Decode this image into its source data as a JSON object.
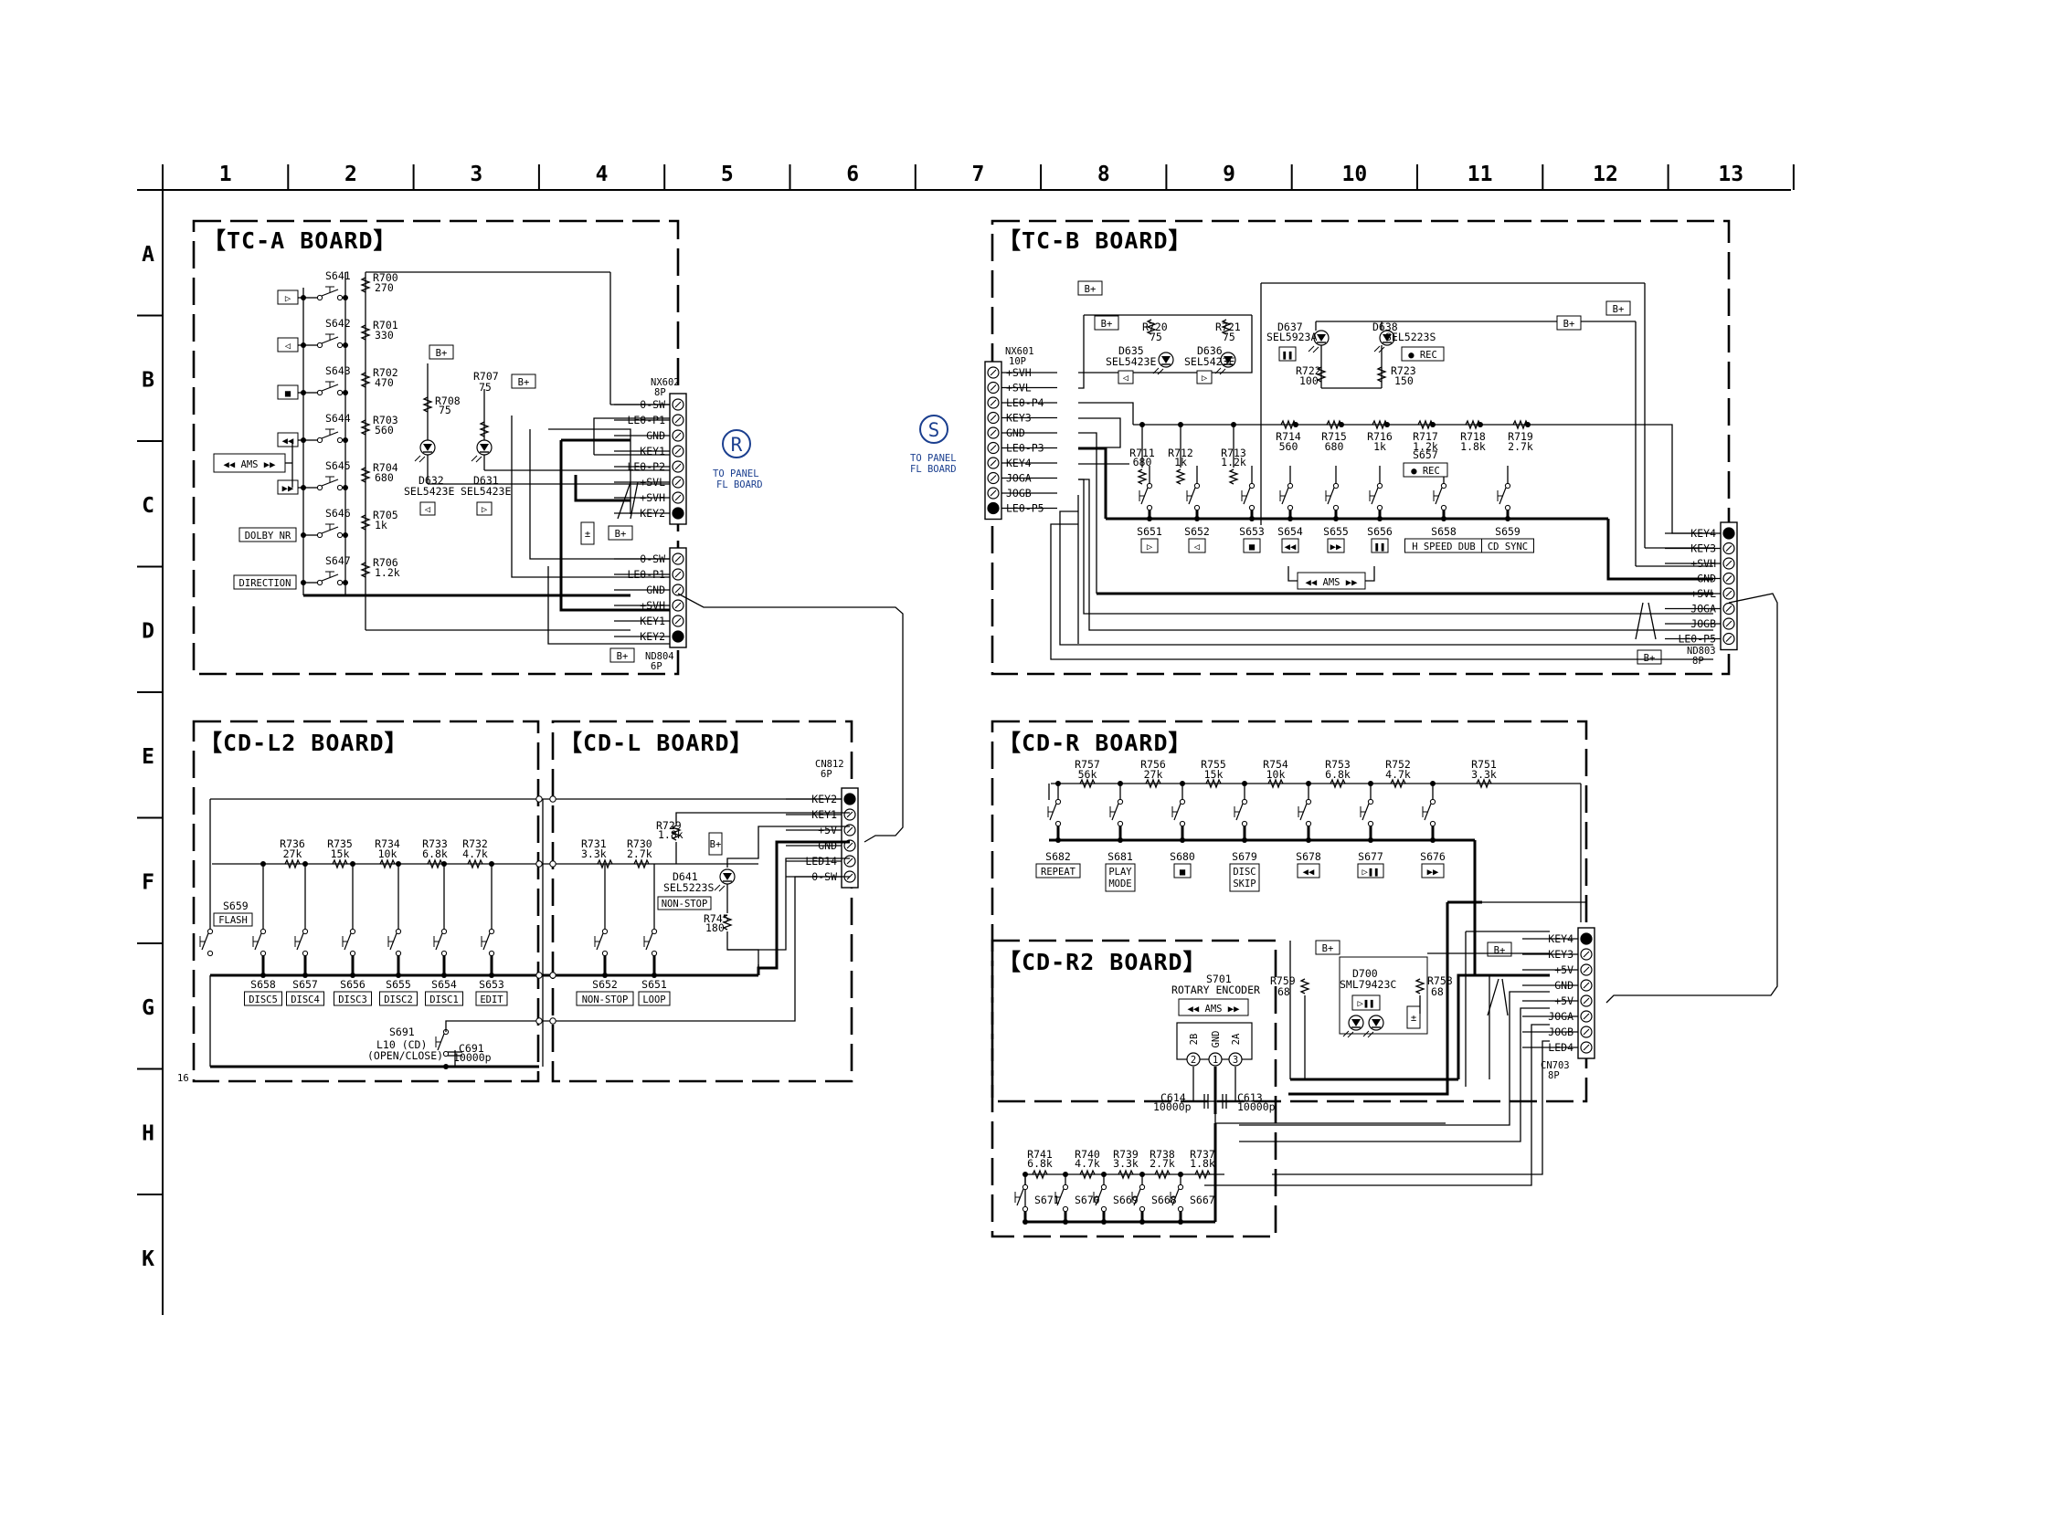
{
  "grid": {
    "columns": [
      "1",
      "2",
      "3",
      "4",
      "5",
      "6",
      "7",
      "8",
      "9",
      "10",
      "11",
      "12",
      "13"
    ],
    "rows": [
      "A",
      "B",
      "C",
      "D",
      "E",
      "F",
      "G",
      "H",
      "K"
    ],
    "page_number": "16"
  },
  "boards": {
    "tca": "【TC-A BOARD】",
    "tcb": "【TC-B BOARD】",
    "cdl2": "【CD-L2 BOARD】",
    "cdl": "【CD-L BOARD】",
    "cdr": "【CD-R BOARD】",
    "cdr2": "【CD-R2 BOARD】"
  },
  "refs": {
    "r": {
      "symbol": "R",
      "line1": "TO PANEL",
      "line2": "FL BOARD"
    },
    "s": {
      "symbol": "S",
      "line1": "TO PANEL",
      "line2": "FL BOARD"
    },
    "bplus": "B+"
  },
  "tca": {
    "switches": [
      "S641",
      "S642",
      "S643",
      "S644",
      "S645",
      "S646",
      "S647"
    ],
    "resistors": [
      {
        "ref": "R700",
        "val": "270"
      },
      {
        "ref": "R701",
        "val": "330"
      },
      {
        "ref": "R702",
        "val": "470"
      },
      {
        "ref": "R703",
        "val": "560"
      },
      {
        "ref": "R704",
        "val": "680"
      },
      {
        "ref": "R705",
        "val": "1k"
      },
      {
        "ref": "R706",
        "val": "1.2k"
      }
    ],
    "keys": [
      "▷",
      "◁",
      "■",
      "◀◀",
      "▶▶"
    ],
    "ams": "◀◀ AMS ▶▶",
    "dolby": "DOLBY NR",
    "direction": "DIRECTION",
    "r708": {
      "ref": "R708",
      "val": "75"
    },
    "r707": {
      "ref": "R707",
      "val": "75"
    },
    "d632": {
      "ref": "D632",
      "part": "SEL5423E"
    },
    "d631": {
      "ref": "D631",
      "part": "SEL5423E"
    },
    "nx602": {
      "ref": "NX602",
      "pins": "8P",
      "labels": [
        "θ-SW",
        "LEθ-P1",
        "GND",
        "KEY1",
        "LEθ-P2",
        "+SVL",
        "+SVH",
        "KEY2"
      ]
    },
    "nd804": {
      "ref": "ND804",
      "pins": "6P",
      "labels": [
        "θ-SW",
        "LEθ-P1",
        "GND",
        "+SVH",
        "KEY1",
        "KEY2"
      ]
    }
  },
  "tcb": {
    "nx601": {
      "ref": "NX601",
      "pins": "10P",
      "labels": [
        "+SVH",
        "+SVL",
        "LEθ-P4",
        "KEY3",
        "GND",
        "LEθ-P3",
        "KEY4",
        "JOGA",
        "JOGB",
        "LEθ-P5"
      ]
    },
    "nd803": {
      "ref": "ND803",
      "pins": "8P",
      "labels": [
        "KEY4",
        "KEY3",
        "+SVH",
        "GND",
        "+SVL",
        "JOGA",
        "JOGB",
        "LEθ-P5"
      ]
    },
    "r720": {
      "ref": "R720",
      "val": "75"
    },
    "r721": {
      "ref": "R721",
      "val": "75"
    },
    "d635": {
      "ref": "D635",
      "part": "SEL5423E"
    },
    "d636": {
      "ref": "D636",
      "part": "SEL5423E"
    },
    "d637": {
      "ref": "D637",
      "part": "SEL5923A"
    },
    "d638": {
      "ref": "D638",
      "part": "SEL5223S"
    },
    "r722": {
      "ref": "R722",
      "val": "100"
    },
    "r723": {
      "ref": "R723",
      "val": "150"
    },
    "resistors": [
      {
        "ref": "R711",
        "val": "680"
      },
      {
        "ref": "R712",
        "val": "1k"
      },
      {
        "ref": "R713",
        "val": "1.2k"
      },
      {
        "ref": "R714",
        "val": "560"
      },
      {
        "ref": "R715",
        "val": "680"
      },
      {
        "ref": "R716",
        "val": "1k"
      },
      {
        "ref": "R717",
        "val": "1.2k"
      },
      {
        "ref": "R718",
        "val": "1.8k"
      },
      {
        "ref": "R719",
        "val": "2.7k"
      }
    ],
    "s657": "S657",
    "switches": [
      "S651",
      "S652",
      "S653",
      "S654",
      "S655",
      "S656",
      "S658",
      "S659"
    ],
    "keys": [
      "▷",
      "◁",
      "■",
      "◀◀",
      "▶▶",
      "❚❚",
      "H SPEED DUB",
      "CD SYNC"
    ],
    "rec": "● REC",
    "pause_key": "❚❚",
    "ams": "◀◀ AMS ▶▶"
  },
  "cdl2": {
    "resistors": [
      {
        "ref": "R736",
        "val": "27k"
      },
      {
        "ref": "R735",
        "val": "15k"
      },
      {
        "ref": "R734",
        "val": "10k"
      },
      {
        "ref": "R733",
        "val": "6.8k"
      },
      {
        "ref": "R732",
        "val": "4.7k"
      }
    ],
    "s659": {
      "ref": "S659",
      "label": "FLASH"
    },
    "switches": [
      "S658",
      "S657",
      "S656",
      "S655",
      "S654",
      "S653"
    ],
    "keys": [
      "DISC5",
      "DISC4",
      "DISC3",
      "DISC2",
      "DISC1",
      "EDIT"
    ],
    "s691": {
      "ref": "S691",
      "line1": "L10 (CD)",
      "line2": "(OPEN/CLOSE)"
    },
    "c691": {
      "ref": "C691",
      "val": "10000p"
    }
  },
  "cdl": {
    "cn812": {
      "ref": "CN812",
      "pins": "6P",
      "labels": [
        "KEY2",
        "KEY1",
        "+5V",
        "GND",
        "LED14",
        "θ-SW"
      ]
    },
    "r731": {
      "ref": "R731",
      "val": "3.3k"
    },
    "r730": {
      "ref": "R730",
      "val": "2.7k"
    },
    "r729": {
      "ref": "R729",
      "val": "1.8k"
    },
    "d641": {
      "ref": "D641",
      "part": "SEL5223S"
    },
    "nonstop": "NON-STOP",
    "r745": {
      "ref": "R745",
      "val": "180"
    },
    "switches": [
      "S652",
      "S651"
    ],
    "keys": [
      "NON-STOP",
      "LOOP"
    ]
  },
  "cdr": {
    "resistors": [
      {
        "ref": "R757",
        "val": "56k"
      },
      {
        "ref": "R756",
        "val": "27k"
      },
      {
        "ref": "R755",
        "val": "15k"
      },
      {
        "ref": "R754",
        "val": "10k"
      },
      {
        "ref": "R753",
        "val": "6.8k"
      },
      {
        "ref": "R752",
        "val": "4.7k"
      },
      {
        "ref": "R751",
        "val": "3.3k"
      }
    ],
    "switches": [
      "S682",
      "S681",
      "S680",
      "S679",
      "S678",
      "S677",
      "S676"
    ],
    "keys": [
      "REPEAT",
      "PLAY",
      "MODE",
      "■",
      "DISC",
      "SKIP",
      "◀◀",
      "▷❚❚",
      "▶▶"
    ],
    "cn703": {
      "ref": "CN703",
      "pins": "8P",
      "labels": [
        "KEY4",
        "KEY3",
        "+5V",
        "GND",
        "+5V",
        "JOGA",
        "JOGB",
        "LED4"
      ]
    },
    "d700": {
      "ref": "D700",
      "part": "SML79423C"
    },
    "r759": {
      "ref": "R759",
      "val": "68"
    },
    "r758": {
      "ref": "R758",
      "val": "68"
    },
    "play_pause": "▷❚❚"
  },
  "cdr2": {
    "s701": {
      "ref": "S701",
      "label": "ROTARY ENCODER"
    },
    "ams": "◀◀ AMS ▶▶",
    "pins": [
      "2B",
      "GND",
      "2A"
    ],
    "pin_nums": [
      "2",
      "1",
      "3"
    ],
    "c614": {
      "ref": "C614",
      "val": "10000p"
    },
    "c613": {
      "ref": "C613",
      "val": "10000p"
    },
    "resistors": [
      {
        "ref": "R741",
        "val": "6.8k"
      },
      {
        "ref": "R740",
        "val": "4.7k"
      },
      {
        "ref": "R739",
        "val": "3.3k"
      },
      {
        "ref": "R738",
        "val": "2.7k"
      },
      {
        "ref": "R737",
        "val": "1.8k"
      }
    ],
    "switches": [
      "S671",
      "S670",
      "S669",
      "S668",
      "S667"
    ]
  }
}
